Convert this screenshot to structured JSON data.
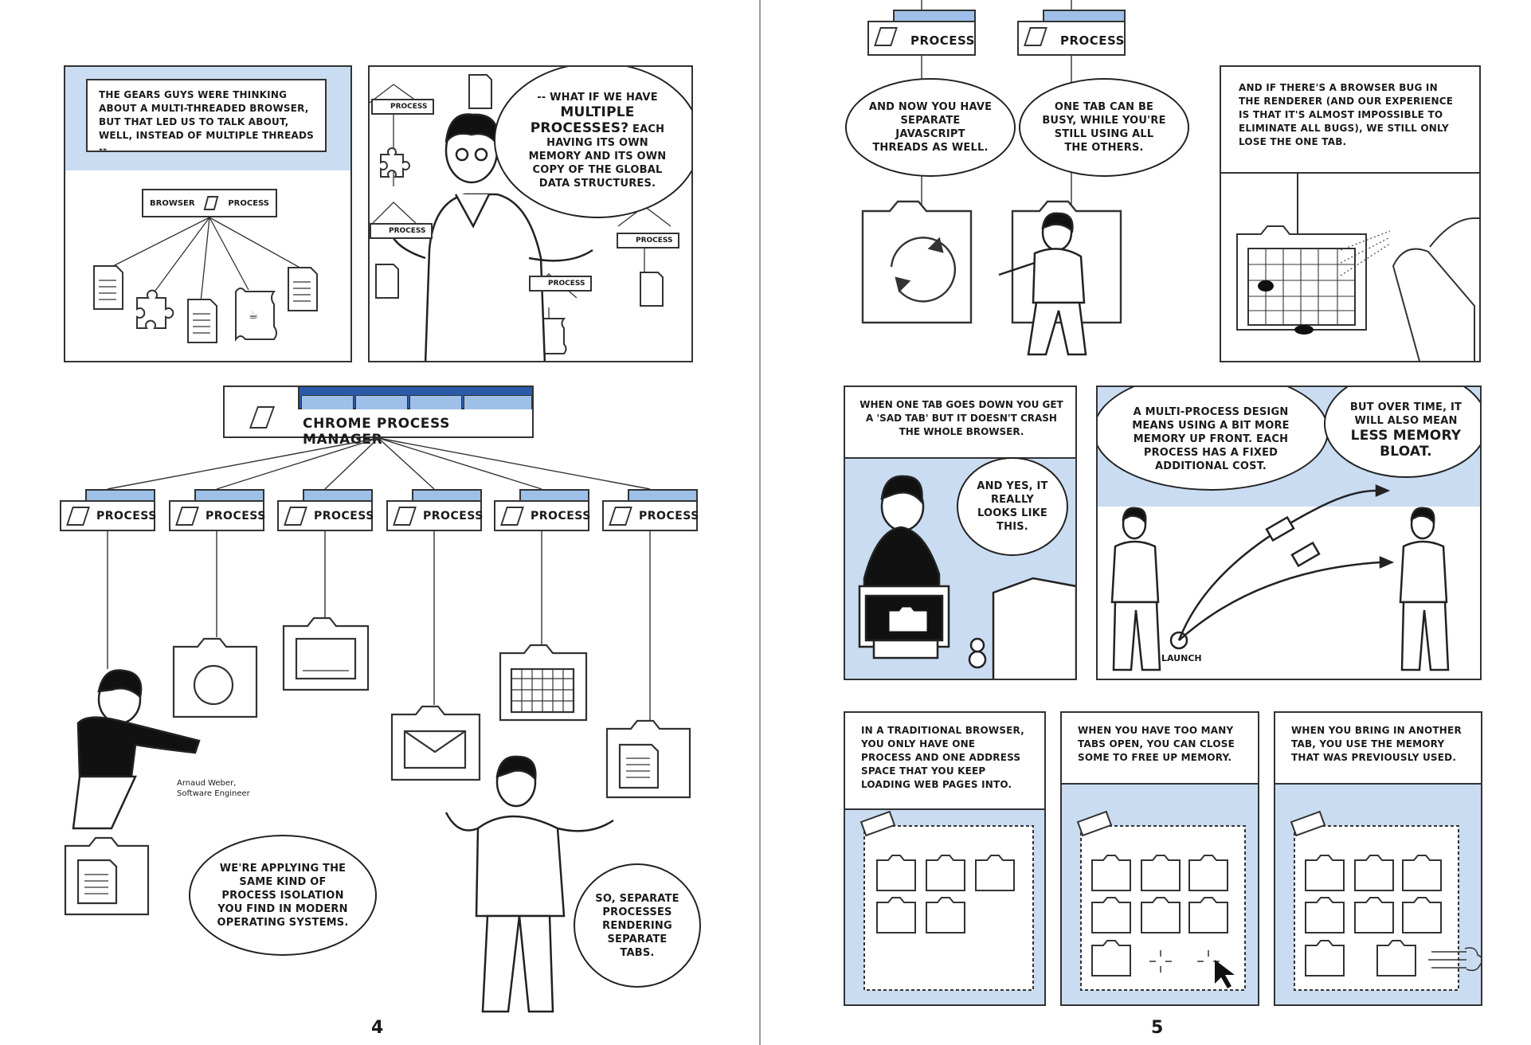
{
  "left_page": {
    "panel1": {
      "caption": "THE GEARS GUYS WERE THINKING ABOUT A MULTI-THREADED BROWSER, BUT THAT LED US TO TALK ABOUT, WELL, INSTEAD OF MULTIPLE THREADS --",
      "browser_label_left": "BROWSER",
      "browser_label_right": "PROCESS"
    },
    "panel2": {
      "bubble_pre": "-- WHAT IF WE HAVE",
      "bubble_emph": "MULTIPLE PROCESSES?",
      "bubble_post": "EACH HAVING ITS OWN MEMORY AND ITS OWN COPY OF THE GLOBAL DATA STRUCTURES.",
      "mini_labels": [
        "PROCESS",
        "PROCESS",
        "PROCESS",
        "PROCESS"
      ]
    },
    "manager_title": "CHROME PROCESS MANAGER",
    "process_labels": [
      "PROCESS",
      "PROCESS",
      "PROCESS",
      "PROCESS",
      "PROCESS",
      "PROCESS"
    ],
    "credit_name": "Arnaud Weber,",
    "credit_role": "Software Engineer",
    "bubble_isolation": "WE'RE APPLYING THE SAME KIND OF PROCESS ISOLATION YOU FIND IN MODERN OPERATING SYSTEMS.",
    "bubble_separate": "SO, SEPARATE PROCESSES RENDERING SEPARATE TABS.",
    "page_number": "4"
  },
  "right_page": {
    "top_tabs": [
      "PROCESS",
      "PROCESS"
    ],
    "bubble_threads": "AND NOW YOU HAVE SEPARATE JAVASCRIPT THREADS AS WELL.",
    "bubble_busy": "ONE TAB CAN BE BUSY, WHILE YOU'RE STILL USING ALL THE OTHERS.",
    "caption_bug": "AND IF THERE'S A BROWSER BUG IN THE RENDERER (AND OUR EXPERIENCE IS THAT IT'S ALMOST IMPOSSIBLE TO ELIMINATE ALL BUGS), WE STILL ONLY LOSE THE ONE TAB.",
    "caption_sad": "WHEN ONE TAB GOES DOWN YOU GET A 'SAD TAB' BUT IT DOESN'T CRASH THE WHOLE BROWSER.",
    "bubble_really": "AND YES, IT REALLY LOOKS LIKE THIS.",
    "bubble_memory": "A MULTI-PROCESS DESIGN MEANS USING A BIT MORE MEMORY UP FRONT. EACH PROCESS HAS A FIXED ADDITIONAL COST.",
    "bubble_bloat_pre": "BUT OVER TIME, IT WILL ALSO MEAN",
    "bubble_bloat_emph": "LESS MEMORY BLOAT.",
    "launch_label": "LAUNCH",
    "caption_traditional": "IN A TRADITIONAL BROWSER, YOU ONLY HAVE ONE PROCESS AND ONE ADDRESS SPACE THAT YOU KEEP LOADING WEB PAGES INTO.",
    "caption_toomany": "WHEN YOU HAVE TOO MANY TABS OPEN, YOU CAN CLOSE SOME TO FREE UP MEMORY.",
    "caption_another": "WHEN YOU BRING IN ANOTHER TAB, YOU USE THE MEMORY THAT WAS PREVIOUSLY USED.",
    "page_number": "5"
  },
  "colors": {
    "panel_blue": "#c9dcf2",
    "tab_blue": "#9ec0e8",
    "ink": "#1a1a1a"
  }
}
